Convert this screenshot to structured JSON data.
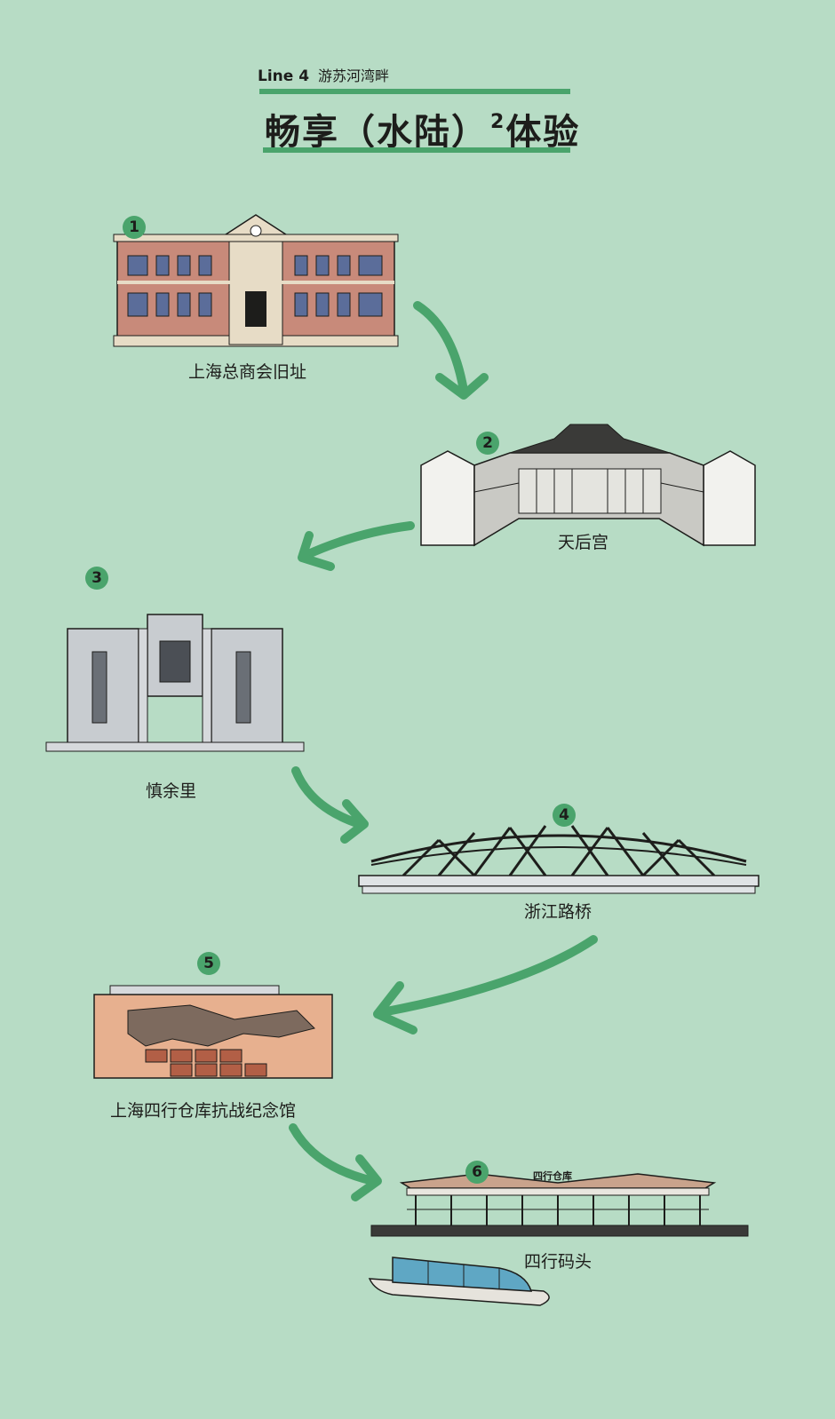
{
  "header": {
    "line": "Line 4",
    "subtitle": "游苏河湾畔",
    "title": "畅享（水陆）",
    "title_sup": "2",
    "title_end": "体验"
  },
  "stops": [
    {
      "number": "1",
      "name": "上海总商会旧址"
    },
    {
      "number": "2",
      "name": "天后宫"
    },
    {
      "number": "3",
      "name": "慎余里"
    },
    {
      "number": "4",
      "name": "浙江路桥"
    },
    {
      "number": "5",
      "name": "上海四行仓库抗战纪念馆"
    },
    {
      "number": "6",
      "name": "四行码头",
      "sign": "四行仓库"
    }
  ],
  "colors": {
    "background": "#b7dcc5",
    "accent": "#4aa46c",
    "ink": "#1d1d1b"
  }
}
